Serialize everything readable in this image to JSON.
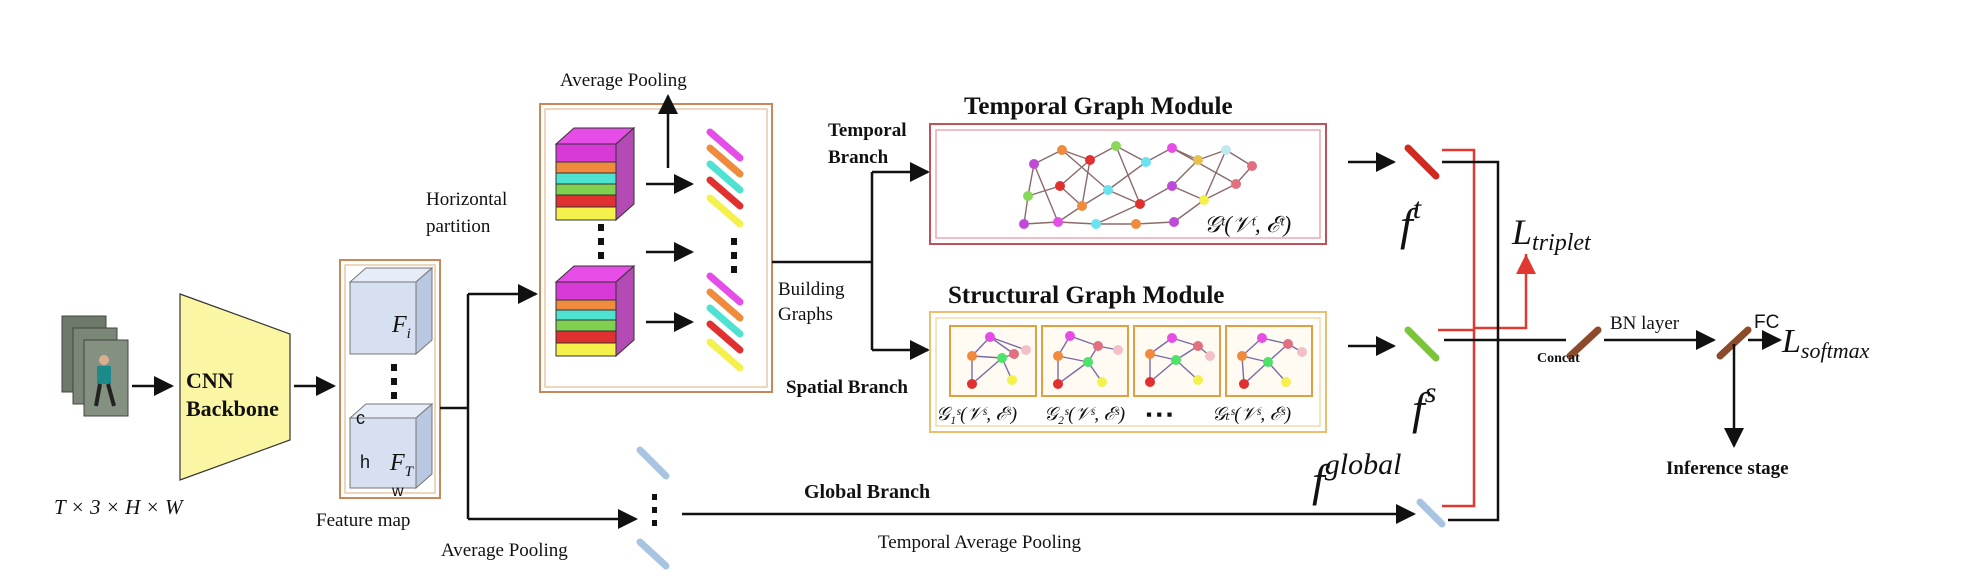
{
  "input": {
    "label": "T × 3 × H × W"
  },
  "backbone": {
    "line1": "CNN",
    "line2": "Backbone"
  },
  "feature_map": {
    "label": "Feature map",
    "top_cube": "F",
    "top_cube_sub": "i",
    "bottom_cube": "F",
    "bottom_cube_sub": "T",
    "dim_c": "c",
    "dim_h": "h",
    "dim_w": "w"
  },
  "partition": {
    "label_line1": "Horizontal",
    "label_line2": "partition",
    "average_pooling": "Average Pooling"
  },
  "building_graphs": {
    "line1": "Building",
    "line2": "Graphs"
  },
  "temporal": {
    "branch_line1": "Temporal",
    "branch_line2": "Branch",
    "module_title": "Temporal  Graph Module",
    "graph_formula": "𝒢ᵗ(𝒱ᵗ, ℰᵗ)",
    "feature": "f",
    "feature_sup": "t"
  },
  "structural": {
    "branch": "Spatial Branch",
    "module_title": "Structural Graph Module",
    "formulas": [
      "𝒢₁ˢ(𝒱ˢ, ℰˢ)",
      "𝒢₂ˢ(𝒱ˢ, ℰˢ)",
      "𝒢ₜˢ(𝒱ˢ, ℰˢ)"
    ],
    "ellipsis": "▪ ▪ ▪",
    "feature": "f",
    "feature_sup": "s"
  },
  "global": {
    "branch": "Global Branch",
    "average_pooling": "Average  Pooling",
    "temporal_average_pooling": "Temporal Average  Pooling",
    "feature": "f",
    "feature_sup": "global"
  },
  "head": {
    "triplet": "L",
    "triplet_sub": "triplet",
    "concat": "Concat",
    "bn_layer": "BN layer",
    "fc": "FC",
    "softmax": "L",
    "softmax_sub": "softmax",
    "inference": "Inference stage"
  },
  "colors": {
    "border_tan": "#c8885a",
    "border_pink": "#c0505a",
    "border_gold": "#e8c070",
    "backbone_fill": "#fbf6a4",
    "cube_fill": "#d6e0f0",
    "red_line": "#e03a30",
    "temporal_bar": "#d02a20",
    "spatial_bar": "#7cc43c",
    "concat_bar": "#8b4a2a",
    "global_bar": "#a9c4e0"
  }
}
